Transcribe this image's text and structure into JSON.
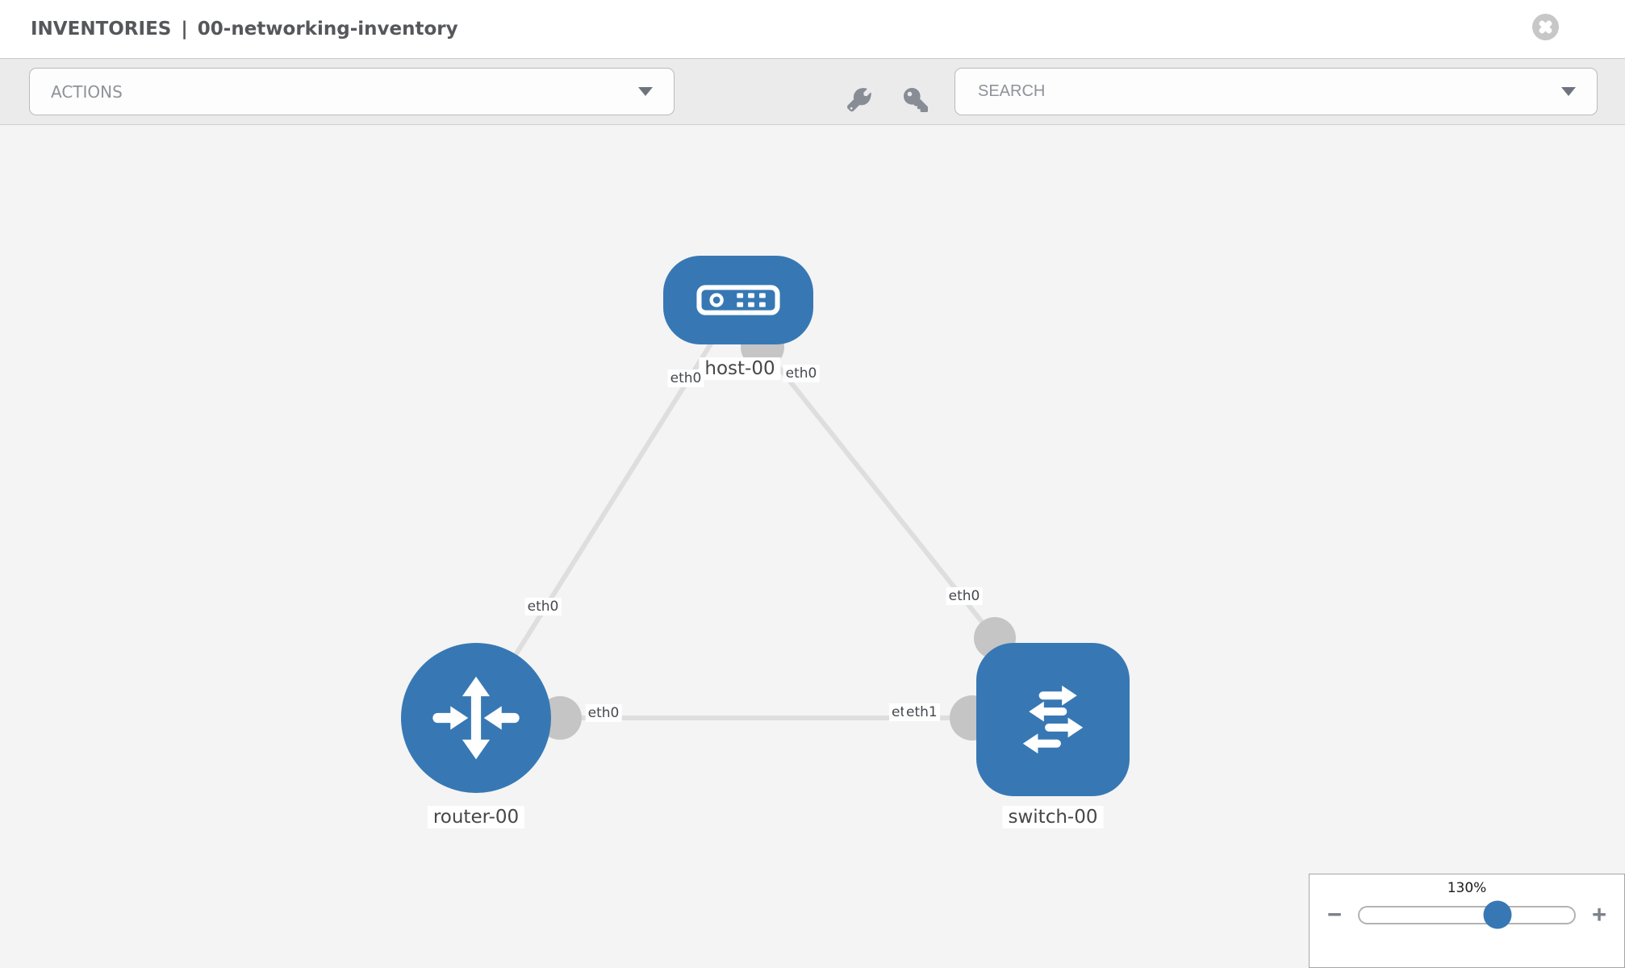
{
  "header": {
    "title_primary": "INVENTORIES",
    "title_separator": "|",
    "title_secondary": "00-networking-inventory"
  },
  "toolbar": {
    "actions_label": "ACTIONS",
    "search_placeholder": "SEARCH"
  },
  "icons": {
    "close": "close-circle-icon",
    "wrench": "wrench-icon",
    "key": "key-icon",
    "actions_caret": "chevron-down-icon",
    "search_caret": "chevron-down-icon"
  },
  "colors": {
    "node_blue": "#3778b4",
    "link_gray": "#dedede",
    "interface_dot_gray": "#c5c5c5",
    "canvas_bg": "#f4f4f4",
    "toolbar_bg": "#ebebeb"
  },
  "topology": {
    "nodes": [
      {
        "id": "host-00",
        "type": "host",
        "label": "host-00"
      },
      {
        "id": "router-00",
        "type": "router",
        "label": "router-00"
      },
      {
        "id": "switch-00",
        "type": "switch",
        "label": "switch-00"
      }
    ],
    "links": [
      {
        "from": "host-00",
        "from_interface": "eth0",
        "to": "router-00",
        "to_interface": "eth0"
      },
      {
        "from": "host-00",
        "from_interface": "eth0",
        "to": "switch-00",
        "to_interface": "eth0"
      },
      {
        "from": "router-00",
        "from_interface": "eth0",
        "to": "switch-00",
        "to_interface": "eth1"
      }
    ],
    "interface_labels": [
      "eth0",
      "eth0",
      "eth0",
      "eth0",
      "eth0",
      "eth0",
      "eth1"
    ]
  },
  "zoom_control": {
    "level": "130%",
    "minus_label": "−",
    "plus_label": "+"
  }
}
